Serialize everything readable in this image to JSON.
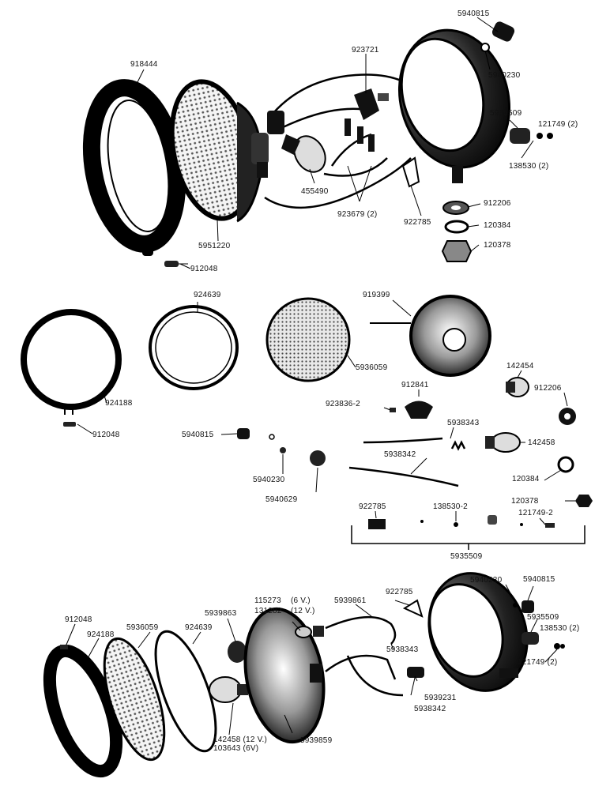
{
  "labels": {
    "p1": "5940815",
    "p2": "918444",
    "p3": "923721",
    "p4": "5940230",
    "p5": "5935509",
    "p6": "121749 (2)",
    "p7": "138530 (2)",
    "p8": "455490",
    "p9": "923679 (2)",
    "p10": "922785",
    "p11": "912206",
    "p12": "120384",
    "p13": "120378",
    "p14": "5951220",
    "p15": "912048",
    "p16": "924639",
    "p17": "919399",
    "p18": "5936059",
    "p19": "924188",
    "p20": "142454",
    "p21": "912206",
    "p22": "912841",
    "p23": "923836-2",
    "p24": "5938343",
    "p25": "912048",
    "p26": "5940815",
    "p27": "142458",
    "p28": "5938342",
    "p29": "5940230",
    "p30": "120384",
    "p31": "5940629",
    "p32": "922785",
    "p33": "138530-2",
    "p34": "120378",
    "p35": "121749-2",
    "p36": "5935509",
    "p37": "922785",
    "p38": "5940230",
    "p39": "5940815",
    "p40": "115273",
    "p41": "(6 V.)",
    "p42": "131282",
    "p43": "(12 V.)",
    "p44": "5939861",
    "p45": "912048",
    "p46": "5939863",
    "p47": "924188",
    "p48": "5936059",
    "p49": "924639",
    "p50": "5935509",
    "p51": "138530 (2)",
    "p52": "5938343",
    "p53": "121749 (2)",
    "p54": "5939231",
    "p55": "5938342",
    "p56": "142458 (12 V.)",
    "p57": "103643 (6V)",
    "p58": "5939859"
  }
}
